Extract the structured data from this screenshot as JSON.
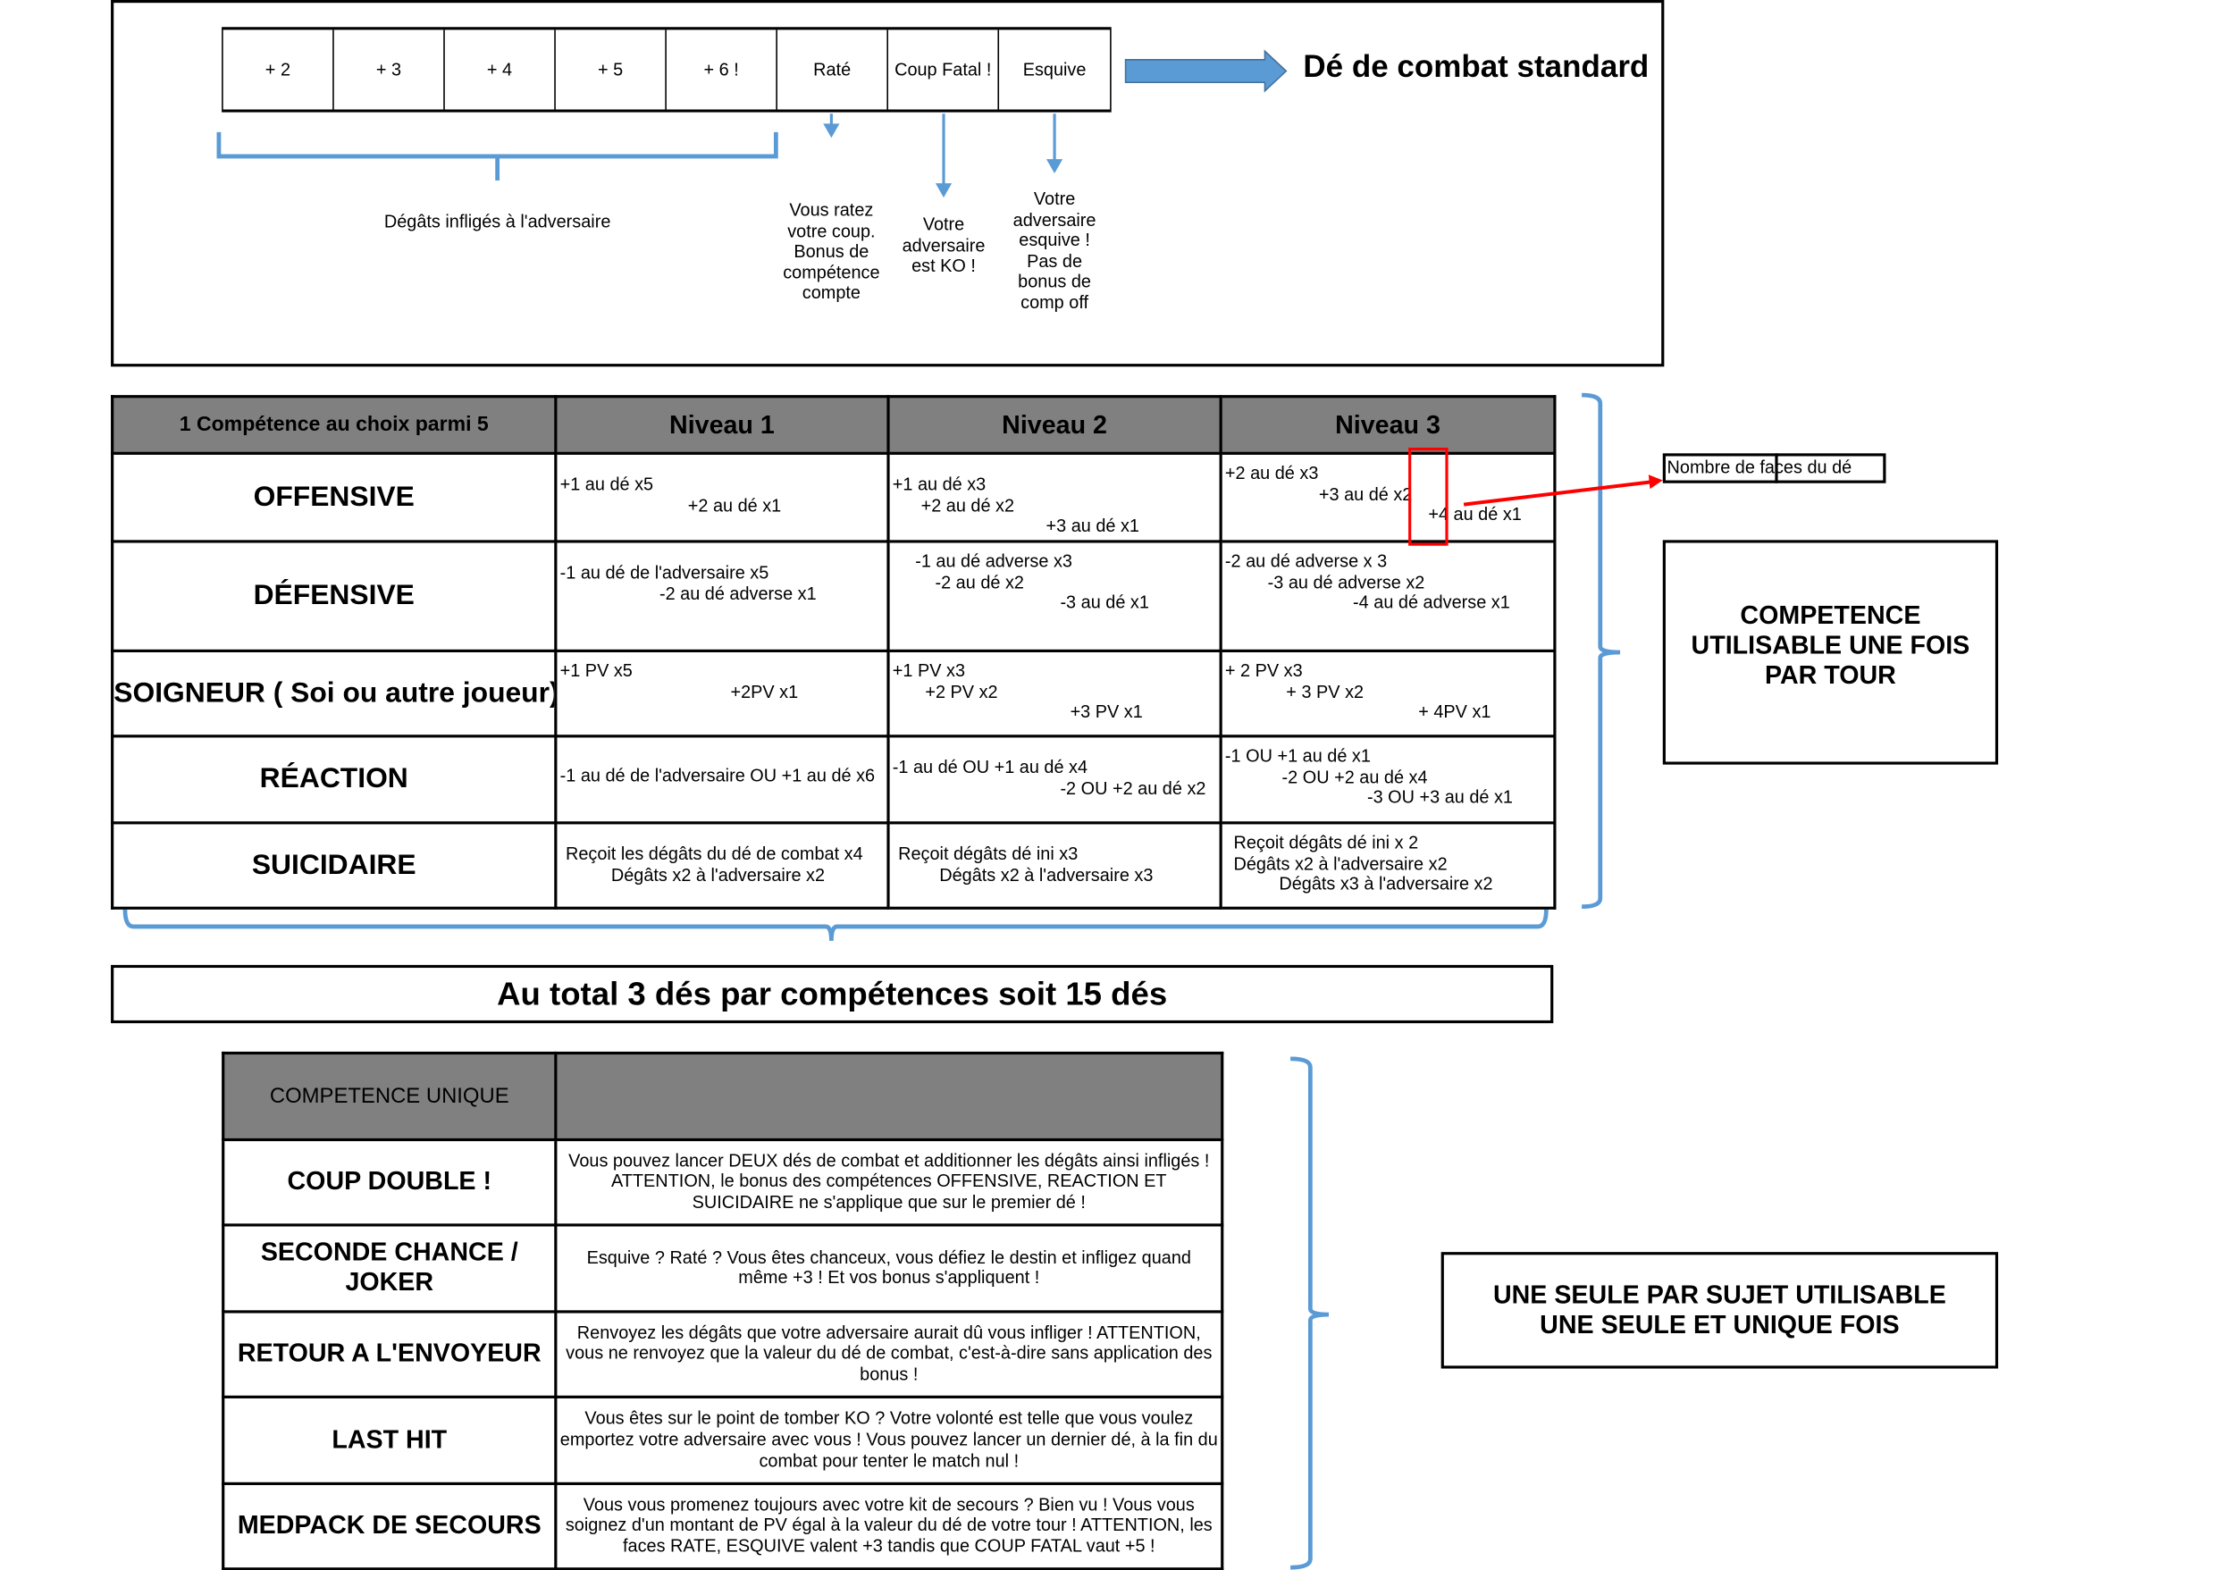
{
  "die": {
    "faces": [
      "+ 2",
      "+ 3",
      "+ 4",
      "+ 5",
      "+ 6 !",
      "Raté",
      "Coup Fatal !",
      "Esquive"
    ],
    "title": "Dé de combat standard",
    "damage_label": "Dégâts infligés à l'adversaire",
    "rate_note": [
      "Vous ratez",
      "votre coup.",
      "Bonus de",
      "compétence",
      "compte"
    ],
    "fatal_note": [
      "Votre",
      "adversaire",
      "est KO !"
    ],
    "esquive_note": [
      "Votre",
      "adversaire",
      "esquive !",
      "Pas de",
      "bonus de",
      "comp off"
    ]
  },
  "skills_table": {
    "headers": [
      "1 Compétence au choix parmi 5",
      "Niveau 1",
      "Niveau 2",
      "Niveau 3"
    ],
    "rows": [
      {
        "label": "OFFENSIVE",
        "cells": [
          [
            "+1 au dé x5",
            "+2 au dé x1"
          ],
          [
            "+1 au dé x3",
            "+2 au dé x2",
            "+3 au dé x1"
          ],
          [
            "+2 au dé  x3",
            "+3 au dé  x2",
            "+4 au dé x1"
          ]
        ]
      },
      {
        "label": "DÉFENSIVE",
        "cells": [
          [
            "-1 au dé de l'adversaire x5",
            "-2 au dé adverse x1"
          ],
          [
            "-1 au dé adverse x3",
            "-2 au dé x2",
            "-3 au dé x1"
          ],
          [
            "-2 au dé adverse x 3",
            "-3 au dé adverse x2",
            "-4 au dé adverse x1"
          ]
        ]
      },
      {
        "label": "SOIGNEUR ( Soi ou autre joueur)",
        "cells": [
          [
            "+1 PV x5",
            "+2PV x1"
          ],
          [
            "+1 PV x3",
            "+2 PV x2",
            "+3 PV x1"
          ],
          [
            "+ 2 PV x3",
            "+ 3 PV x2",
            "+ 4PV x1"
          ]
        ]
      },
      {
        "label": "RÉACTION",
        "cells": [
          [
            "-1 au dé de l'adversaire OU +1 au dé x6"
          ],
          [
            "-1 au dé  OU +1 au dé   x4",
            "-2 OU +2 au dé x2"
          ],
          [
            "-1 OU +1 au dé x1",
            "-2 OU +2 au dé x4",
            "-3 OU +3 au dé x1"
          ]
        ]
      },
      {
        "label": "SUICIDAIRE",
        "cells": [
          [
            "Reçoit les dégâts du dé de combat x4",
            "Dégâts x2 à l'adversaire x2"
          ],
          [
            "Reçoit dégâts dé ini  x3",
            "Dégâts x2 à l'adversaire   x3"
          ],
          [
            "Reçoit dégâts dé ini x 2",
            "Dégâts x2 à l'adversaire x2",
            "Dégâts x3 à l'adversaire x2"
          ]
        ]
      }
    ]
  },
  "faces_label": "Nombre de faces du dé",
  "per_turn_note": "COMPETENCE UTILISABLE UNE FOIS PAR TOUR",
  "total": "Au total 3 dés par compétences soit 15 dés",
  "unique_table": {
    "header": "COMPETENCE UNIQUE",
    "rows": [
      {
        "label": "COUP DOUBLE !",
        "desc": "Vous pouvez lancer DEUX dés de combat et additionner les dégâts ainsi infligés ! ATTENTION, le bonus des compétences OFFENSIVE, REACTION ET SUICIDAIRE ne s'applique que sur le premier dé !"
      },
      {
        "label": "SECONDE CHANCE / JOKER",
        "desc": "Esquive ? Raté ? Vous êtes chanceux, vous défiez le destin et infligez quand même +3 ! Et vos bonus s'appliquent !"
      },
      {
        "label": "RETOUR A L'ENVOYEUR",
        "desc": "Renvoyez les dégâts que votre adversaire aurait dû vous infliger ! ATTENTION, vous ne renvoyez que la valeur du dé de combat, c'est-à-dire sans application des bonus !"
      },
      {
        "label": "LAST HIT",
        "desc": "Vous êtes sur le point de tomber KO ?  Votre volonté est telle que vous voulez emportez votre adversaire avec vous ! Vous pouvez lancer un dernier dé, à la fin du combat pour tenter le match nul !"
      },
      {
        "label": "MEDPACK DE SECOURS",
        "desc": "Vous vous promenez toujours avec votre kit de secours ? Bien vu ! Vous vous soignez d'un montant de PV égal à la valeur du dé de votre tour ! ATTENTION, les faces RATE, ESQUIVE valent +3 tandis que COUP FATAL vaut +5 !"
      }
    ]
  },
  "once_note": "UNE SEULE PAR SUJET UTILISABLE UNE SEULE ET UNIQUE FOIS",
  "colors": {
    "header_gray": "#808080",
    "bracket_blue": "#5b9bd5",
    "highlight_red": "#ff0000"
  }
}
